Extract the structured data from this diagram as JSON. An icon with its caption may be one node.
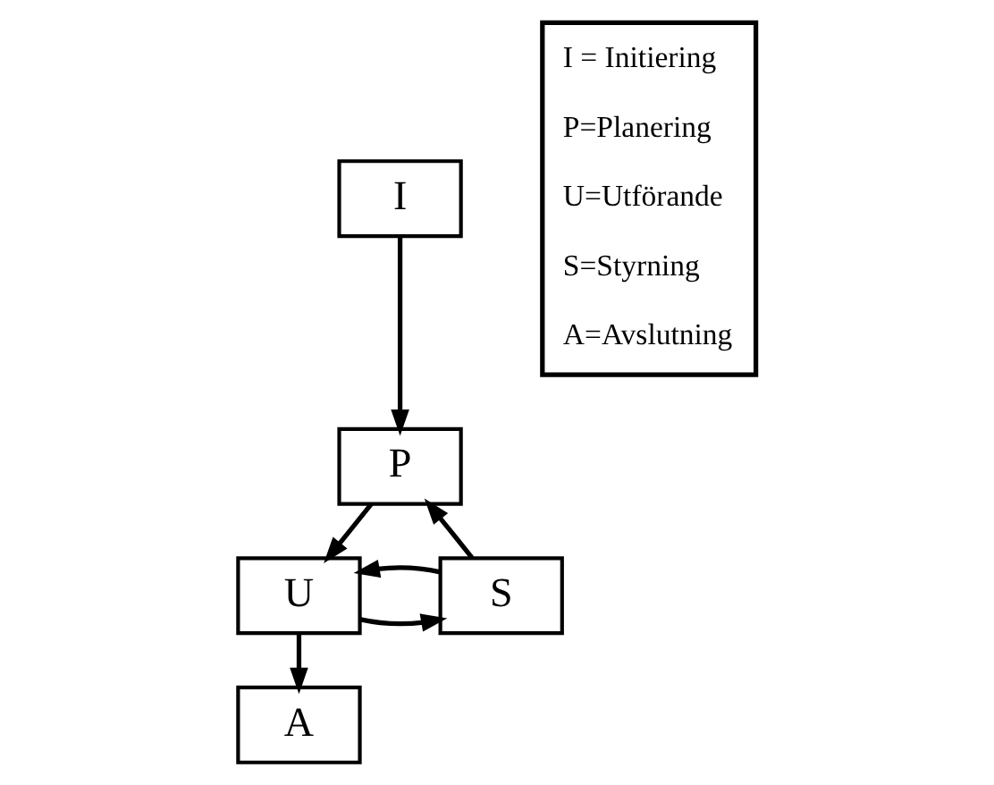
{
  "diagram": {
    "nodes": [
      {
        "text": [
          "I"
        ]
      },
      {
        "text": [
          "P"
        ]
      },
      {
        "text": [
          "U"
        ]
      },
      {
        "text": [
          "S"
        ]
      },
      {
        "text": [
          "A"
        ]
      },
      {
        "text": [
          "I = Initiering",
          "P=Planering",
          "U=Utförande",
          "S=Styrning",
          "A=Avslutning"
        ]
      }
    ],
    "edges": [
      {
        "from": 0,
        "to": 1,
        "arrow": "to"
      },
      {
        "from": 1,
        "to": 2,
        "arrow": "to"
      },
      {
        "from": 2,
        "to": 3,
        "arrow": "to"
      },
      {
        "from": 3,
        "to": 2,
        "arrow": "to"
      },
      {
        "from": 3,
        "to": 1,
        "arrow": "to"
      },
      {
        "from": 2,
        "to": 4,
        "arrow": "to"
      }
    ]
  }
}
